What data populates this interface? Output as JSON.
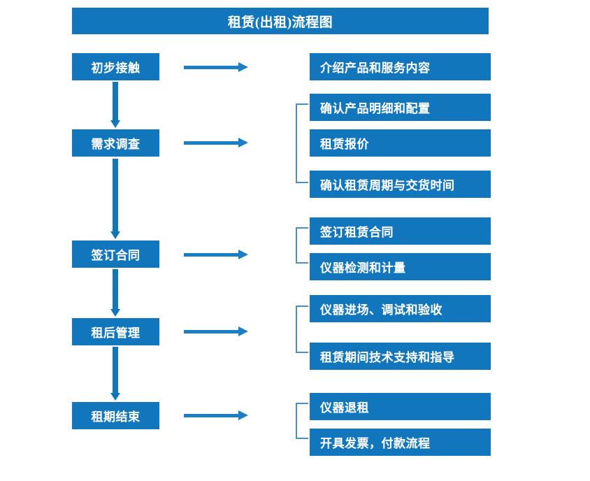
{
  "diagram": {
    "title": "租赁(出租)流程图",
    "colors": {
      "box_fill": "#1276bd",
      "box_text": "#ffffff",
      "arrow": "#1a7fc4",
      "bracket": "#4a8fc4",
      "background": "#ffffff"
    },
    "stages": [
      {
        "id": "stage-1",
        "label": "初步接触"
      },
      {
        "id": "stage-2",
        "label": "需求调查"
      },
      {
        "id": "stage-3",
        "label": "签订合同"
      },
      {
        "id": "stage-4",
        "label": "租后管理"
      },
      {
        "id": "stage-5",
        "label": "租期结束"
      }
    ],
    "details": [
      {
        "id": "detail-1",
        "group": 1,
        "label": "介绍产品和服务内容"
      },
      {
        "id": "detail-2",
        "group": 2,
        "label": "确认产品明细和配置"
      },
      {
        "id": "detail-3",
        "group": 2,
        "label": "租赁报价"
      },
      {
        "id": "detail-4",
        "group": 2,
        "label": "确认租赁周期与交货时间"
      },
      {
        "id": "detail-5",
        "group": 3,
        "label": "签订租赁合同"
      },
      {
        "id": "detail-6",
        "group": 3,
        "label": "仪器检测和计量"
      },
      {
        "id": "detail-7",
        "group": 4,
        "label": "仪器进场、调试和验收"
      },
      {
        "id": "detail-8",
        "group": 4,
        "label": "租赁期间技术支持和指导"
      },
      {
        "id": "detail-9",
        "group": 5,
        "label": "仪器退租"
      },
      {
        "id": "detail-10",
        "group": 5,
        "label": "开具发票，付款流程"
      }
    ],
    "connectors": {
      "vertical_count": 4,
      "horizontal_count": 5,
      "bracket_count": 4
    }
  }
}
